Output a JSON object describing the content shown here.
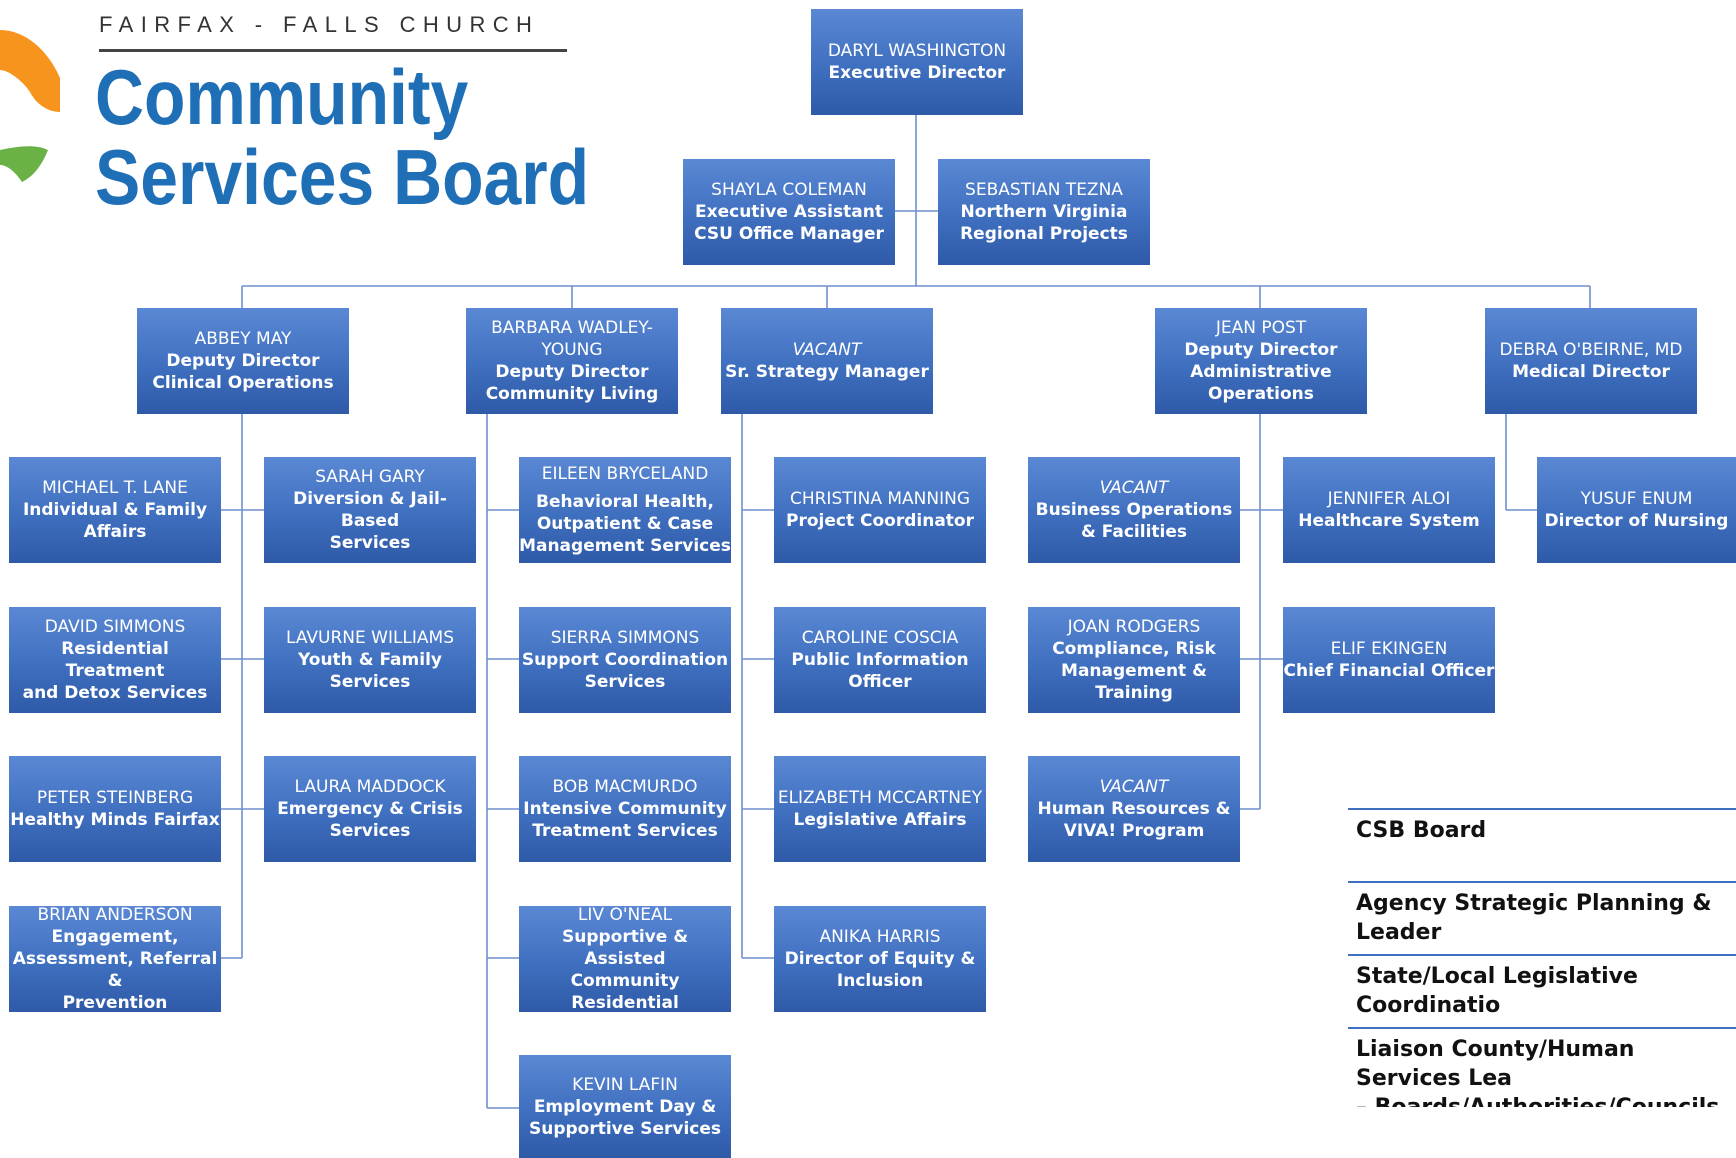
{
  "logo": {
    "top_line": "FAIRFAX - FALLS CHURCH",
    "line1": "Community",
    "line2": "Services Board"
  },
  "org": {
    "executive": {
      "name": "DARYL WASHINGTON",
      "title": "Executive Director"
    },
    "staff_left": {
      "name": "SHAYLA COLEMAN",
      "title": "Executive Assistant\nCSU Office Manager"
    },
    "staff_right": {
      "name": "SEBASTIAN TEZNA",
      "title": "Northern Virginia\nRegional Projects"
    },
    "d1": {
      "name": "ABBEY MAY",
      "title": "Deputy Director\nClinical Operations"
    },
    "d2": {
      "name": "BARBARA WADLEY-\nYOUNG",
      "title": "Deputy Director\nCommunity Living"
    },
    "d3": {
      "name": "VACANT",
      "title": "Sr. Strategy Manager"
    },
    "d4": {
      "name": "JEAN POST",
      "title": "Deputy Director\nAdministrative\nOperations"
    },
    "d5": {
      "name": "DEBRA O'BEIRNE, MD",
      "title": "Medical Director"
    },
    "c1": [
      {
        "name": "MICHAEL T. LANE",
        "title": "Individual & Family\nAffairs"
      },
      {
        "name": "DAVID SIMMONS",
        "title": "Residential Treatment\nand Detox Services"
      },
      {
        "name": "PETER STEINBERG",
        "title": "Healthy Minds Fairfax"
      },
      {
        "name": "BRIAN ANDERSON",
        "title": "Engagement,\nAssessment, Referral &\nPrevention"
      }
    ],
    "c2": [
      {
        "name": "SARAH GARY",
        "title": "Diversion & Jail-Based\nServices"
      },
      {
        "name": "LAVURNE WILLIAMS",
        "title": "Youth & Family Services"
      },
      {
        "name": "LAURA MADDOCK",
        "title": "Emergency & Crisis\nServices"
      }
    ],
    "c3": [
      {
        "name": "EILEEN BRYCELAND",
        "title": "Behavioral Health,\nOutpatient & Case\nManagement Services"
      },
      {
        "name": "SIERRA SIMMONS",
        "title": "Support Coordination\nServices"
      },
      {
        "name": "BOB MACMURDO",
        "title": "Intensive Community\nTreatment Services"
      },
      {
        "name": "LIV O'NEAL",
        "title": "Supportive & Assisted\nCommunity Residential"
      },
      {
        "name": "KEVIN LAFIN",
        "title": "Employment Day &\nSupportive Services"
      }
    ],
    "c4": [
      {
        "name": "CHRISTINA MANNING",
        "title": "Project Coordinator"
      },
      {
        "name": "CAROLINE COSCIA",
        "title": "Public Information\nOfficer"
      },
      {
        "name": "ELIZABETH MCCARTNEY",
        "title": "Legislative Affairs"
      },
      {
        "name": "ANIKA HARRIS",
        "title": "Director of Equity &\nInclusion"
      }
    ],
    "c5": [
      {
        "name": "VACANT",
        "title": "Business Operations\n& Facilities"
      },
      {
        "name": "JOAN RODGERS",
        "title": "Compliance, Risk\nManagement & Training"
      },
      {
        "name": "VACANT",
        "title": "Human Resources &\nVIVA! Program"
      }
    ],
    "c6": [
      {
        "name": "JENNIFER ALOI",
        "title": "Healthcare System"
      },
      {
        "name": "ELIF EKINGEN",
        "title": "Chief Financial Officer"
      }
    ],
    "c7": [
      {
        "name": "YUSUF ENUM",
        "title": "Director of Nursing"
      }
    ]
  },
  "legend": [
    "CSB Board",
    "Agency Strategic Planning & Leader",
    "State/Local Legislative Coordinatio",
    "Liaison County/Human Services Lea\n– Boards/Authorities/Councils"
  ],
  "colors": {
    "box": "#3f6fbf",
    "line": "#6f8fcf",
    "logo_blue": "#1f6fb7",
    "logo_orange": "#f7941d",
    "logo_green": "#6ab245"
  }
}
